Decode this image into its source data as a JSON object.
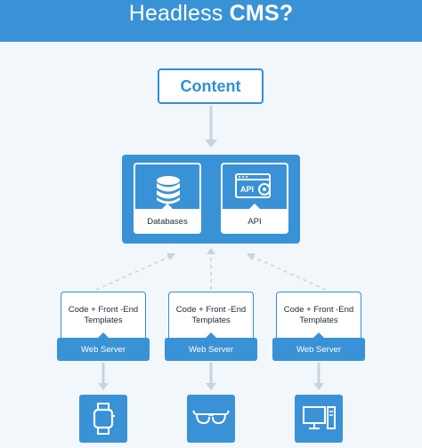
{
  "header": {
    "title_regular": "Headless ",
    "title_bold": "CMS?"
  },
  "content": {
    "label": "Content"
  },
  "core": {
    "databases_label": "Databases",
    "api_label": "API",
    "api_icon_text": "API"
  },
  "servers": [
    {
      "template_label": "Code + Front -End Templates",
      "server_label": "Web Server",
      "device": "smartwatch-icon"
    },
    {
      "template_label": "Code + Front -End Templates",
      "server_label": "Web Server",
      "device": "smart-glasses-icon"
    },
    {
      "template_label": "Code + Front -End Templates",
      "server_label": "Web Server",
      "device": "desktop-computer-icon"
    }
  ],
  "colors": {
    "primary": "#3a92d6",
    "background": "#f2f7fc",
    "arrow": "#c9d3dc"
  }
}
